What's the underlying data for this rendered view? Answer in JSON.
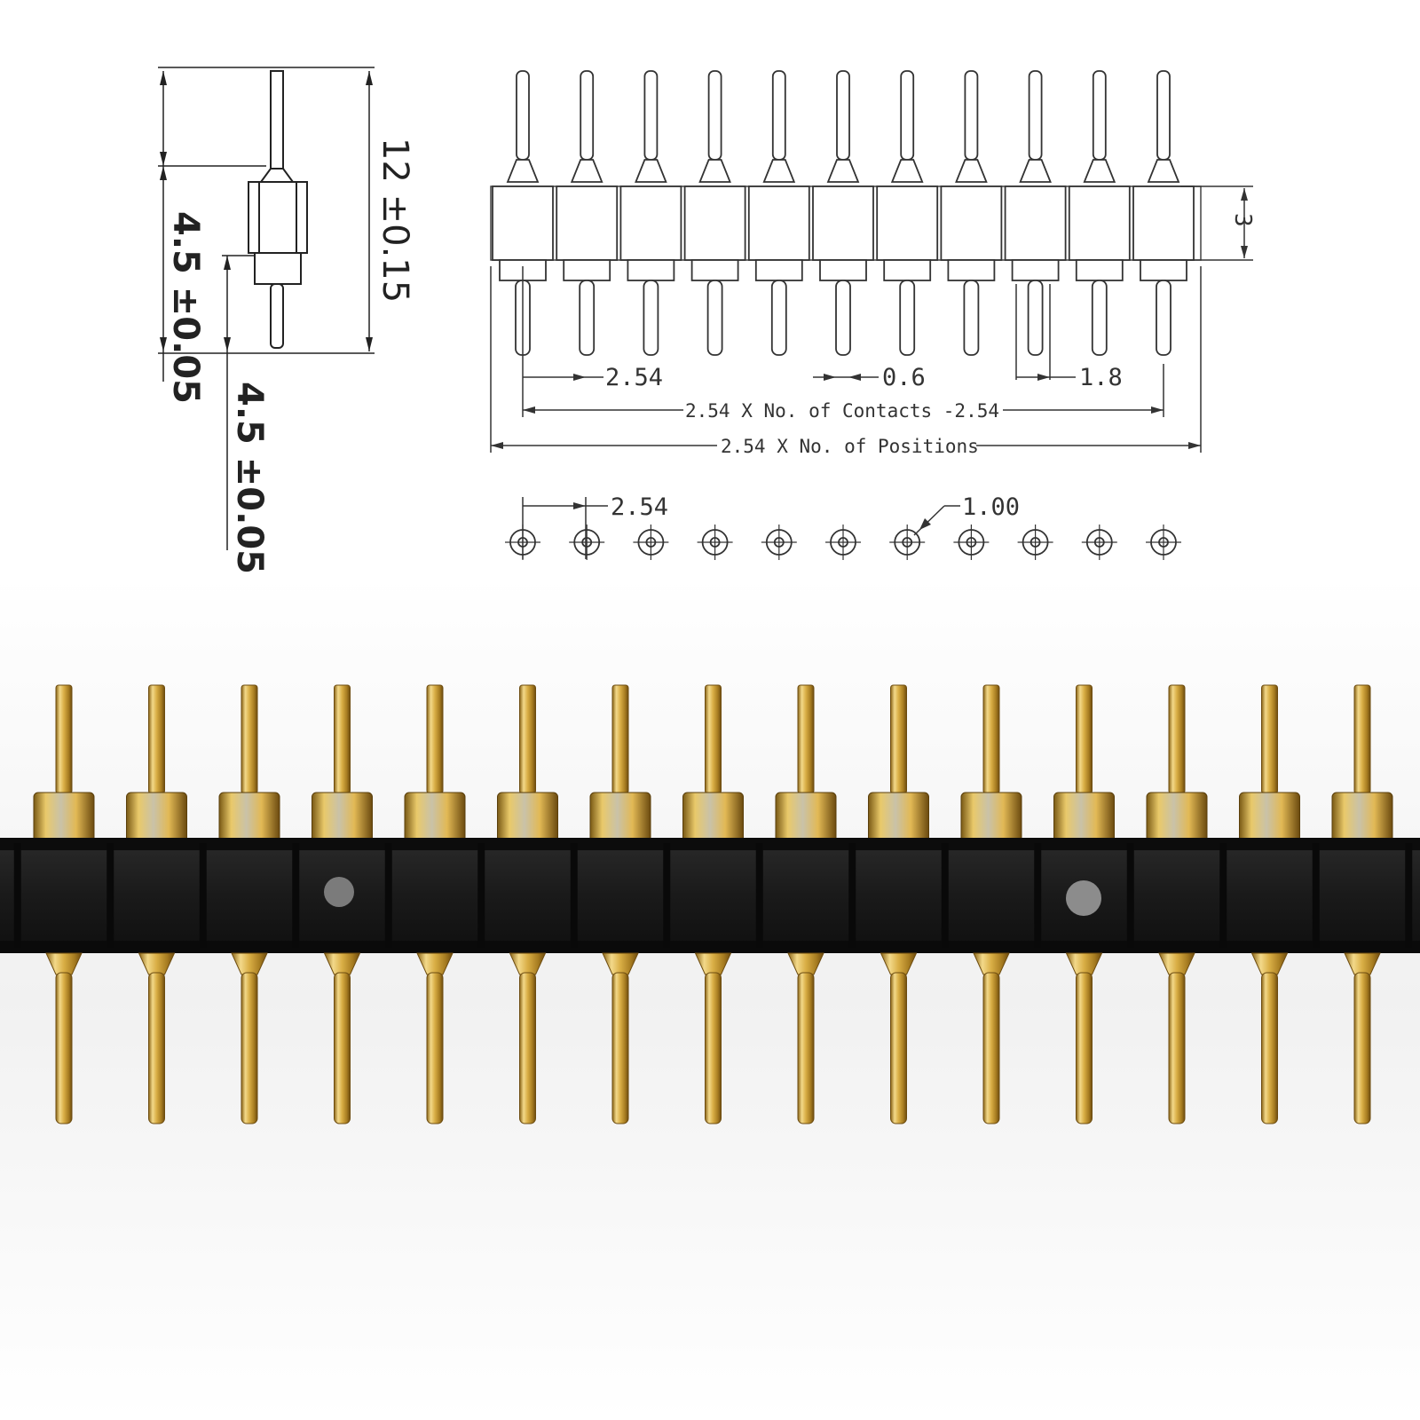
{
  "side_view": {
    "dim_total": "12 ±0.15",
    "dim_upper": "4.5 ±0.05",
    "dim_lower": "4.5 ±0.05"
  },
  "front_view": {
    "pin_count": 11,
    "dim_height": "3",
    "dim_pitch": "2.54",
    "dim_pin_dia": "0.6",
    "dim_shoulder": "1.8",
    "dim_contacts": "2.54 X No. of Contacts -2.54",
    "dim_positions": "2.54 X No. of Positions"
  },
  "footprint": {
    "hole_count": 11,
    "dim_pitch": "2.54",
    "dim_hole": "1.00"
  },
  "photo": {
    "pin_count": 15,
    "pin_color": "#d4a93a",
    "body_color": "#1c1c1c"
  }
}
